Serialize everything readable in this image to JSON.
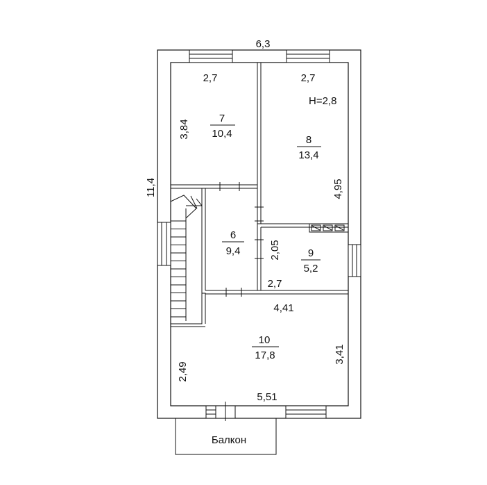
{
  "plan": {
    "dimensions": {
      "total_width": "6,3",
      "total_length": "11,4",
      "ceiling_height": "H=2,8"
    },
    "rooms": [
      {
        "number": "7",
        "area": "10,4",
        "width": "2,7",
        "length": "3,84"
      },
      {
        "number": "8",
        "area": "13,4",
        "width": "2,7",
        "length": "4,95"
      },
      {
        "number": "6",
        "area": "9,4"
      },
      {
        "number": "9",
        "area": "5,2",
        "width": "2,7",
        "length": "2,05"
      },
      {
        "number": "10",
        "area": "17,8",
        "width_top": "4,41",
        "width_bottom": "5,51",
        "length_left": "2,49",
        "length_right": "3,41"
      }
    ],
    "balcony_label": "Балкон"
  }
}
